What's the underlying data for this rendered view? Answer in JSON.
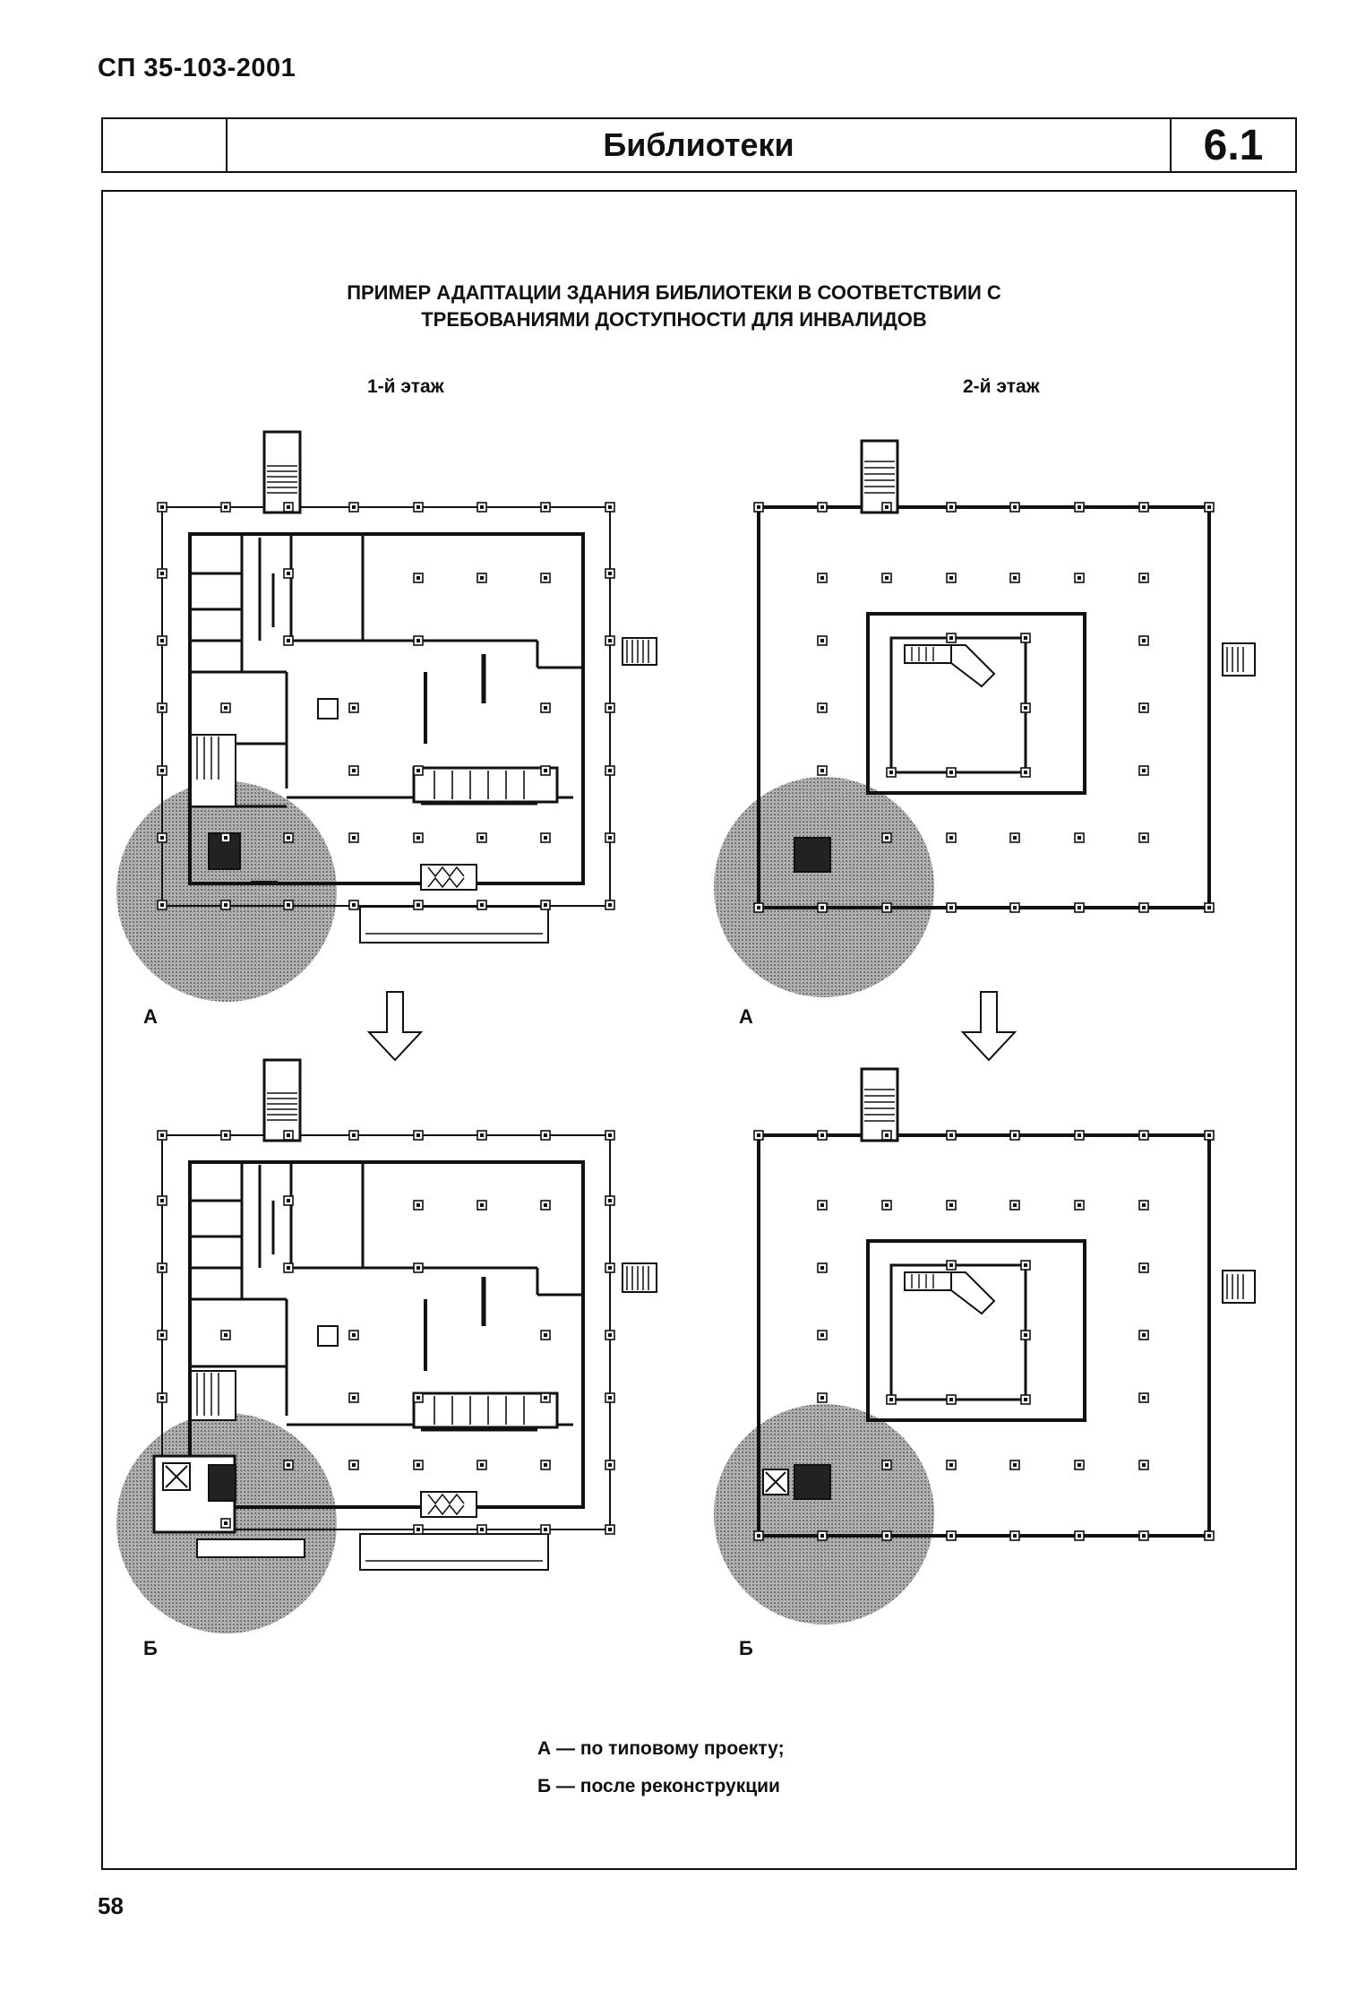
{
  "header": {
    "doc_code": "СП 35-103-2001",
    "title": "Библиотеки",
    "section": "6.1"
  },
  "figure": {
    "title_line1": "ПРИМЕР АДАПТАЦИИ ЗДАНИЯ БИБЛИОТЕКИ В СООТВЕТСТВИИ С",
    "title_line2": "ТРЕБОВАНИЯМИ ДОСТУПНОСТИ ДЛЯ ИНВАЛИДОВ",
    "floor1_label": "1-й этаж",
    "floor2_label": "2-й этаж",
    "letter_a": "А",
    "letter_b": "Б"
  },
  "legend": {
    "a": "А — по типовому проекту;",
    "b": "Б — после реконструкции"
  },
  "page_number": "58"
}
